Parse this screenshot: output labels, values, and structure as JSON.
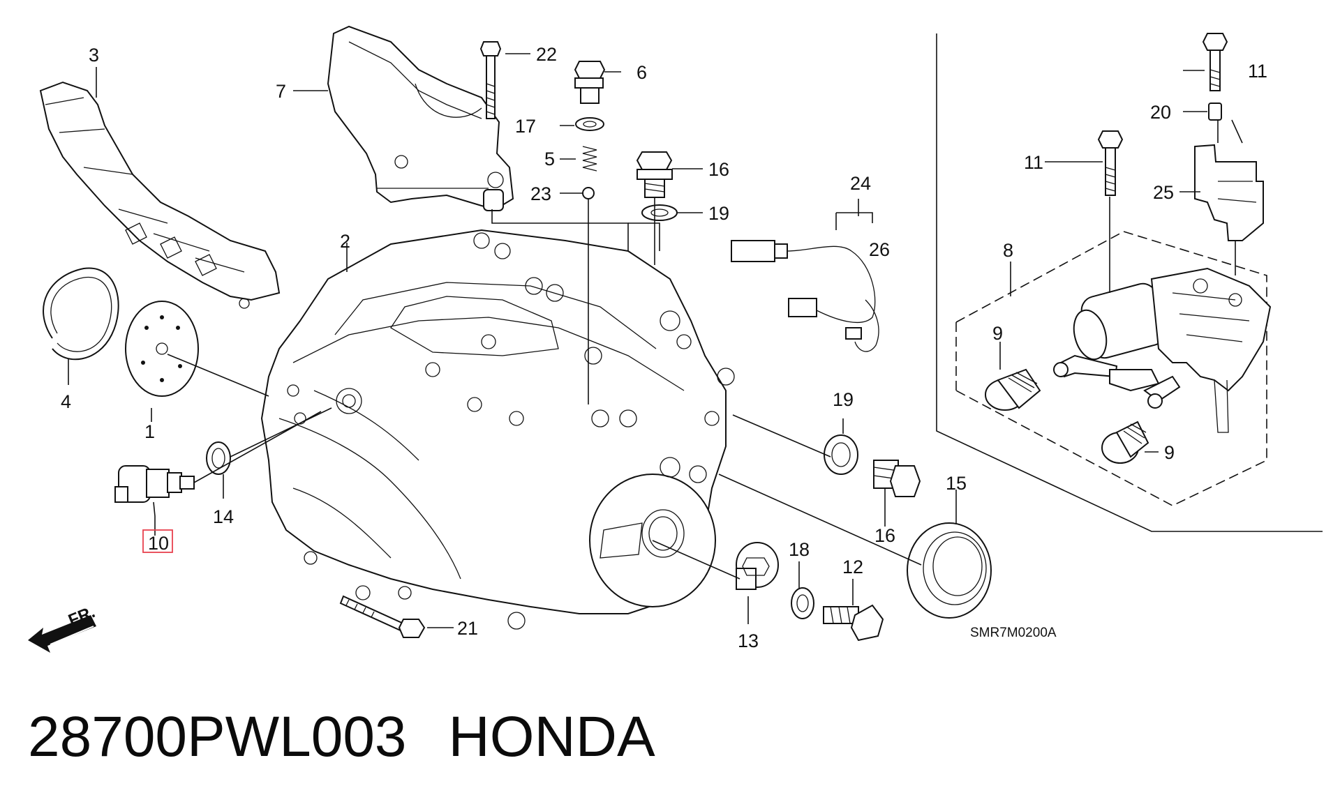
{
  "diagram": {
    "callouts": {
      "c1": "1",
      "c2": "2",
      "c3": "3",
      "c4": "4",
      "c5": "5",
      "c6": "6",
      "c7": "7",
      "c8": "8",
      "c9a": "9",
      "c9b": "9",
      "c10": "10",
      "c11a": "11",
      "c11b": "11",
      "c12": "12",
      "c13": "13",
      "c14": "14",
      "c15": "15",
      "c16a": "16",
      "c16b": "16",
      "c17": "17",
      "c18": "18",
      "c19a": "19",
      "c19b": "19",
      "c20": "20",
      "c21": "21",
      "c22": "22",
      "c23": "23",
      "c24": "24",
      "c25": "25",
      "c26": "26"
    },
    "diagram_code": "SMR7M0200A",
    "front_marker": "FR.",
    "highlighted_part": "10"
  },
  "caption": {
    "part_number": "28700PWL003",
    "brand": "HONDA"
  }
}
